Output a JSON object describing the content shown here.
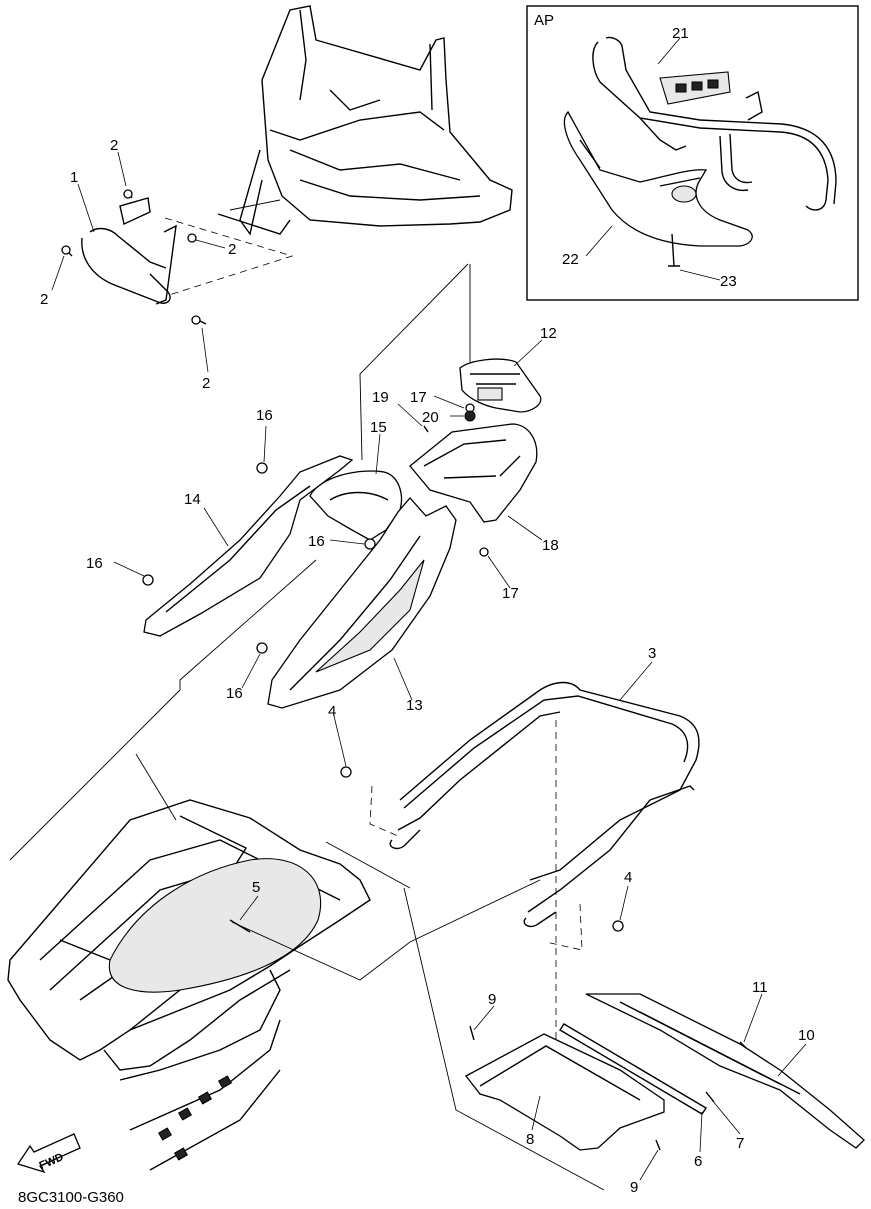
{
  "inset": {
    "label": "AP"
  },
  "drawing_code": "8GC3100-G360",
  "direction_label": "FWD",
  "callouts": [
    {
      "text": "2"
    },
    {
      "text": "1"
    },
    {
      "text": "2"
    },
    {
      "text": "2"
    },
    {
      "text": "2"
    },
    {
      "text": "21"
    },
    {
      "text": "22"
    },
    {
      "text": "23"
    },
    {
      "text": "12"
    },
    {
      "text": "19"
    },
    {
      "text": "17"
    },
    {
      "text": "20"
    },
    {
      "text": "16"
    },
    {
      "text": "15"
    },
    {
      "text": "14"
    },
    {
      "text": "16"
    },
    {
      "text": "18"
    },
    {
      "text": "16"
    },
    {
      "text": "17"
    },
    {
      "text": "16"
    },
    {
      "text": "13"
    },
    {
      "text": "3"
    },
    {
      "text": "4"
    },
    {
      "text": "5"
    },
    {
      "text": "4"
    },
    {
      "text": "11"
    },
    {
      "text": "10"
    },
    {
      "text": "9"
    },
    {
      "text": "7"
    },
    {
      "text": "8"
    },
    {
      "text": "6"
    },
    {
      "text": "9"
    }
  ]
}
